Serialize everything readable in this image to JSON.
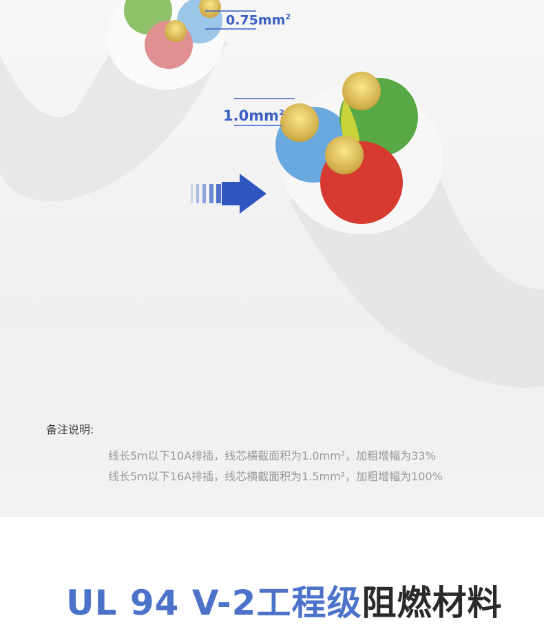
{
  "labels": {
    "small": "0.75mm",
    "large": "1.0mm",
    "sup": "2"
  },
  "notes": {
    "title": "备注说明:",
    "lines": [
      "线长5m以下10A排插，线芯横截面积为1.0mm²，加粗增幅为33%",
      "线长5m以下16A排插，线芯横截面积为1.5mm²，加粗增幅为100%"
    ]
  },
  "headline": {
    "blue": "UL 94 V-2工程级",
    "dark": "阻燃材料"
  },
  "colors": {
    "accent": "#3a5fc4",
    "headline_blue": "#4c73c9"
  }
}
